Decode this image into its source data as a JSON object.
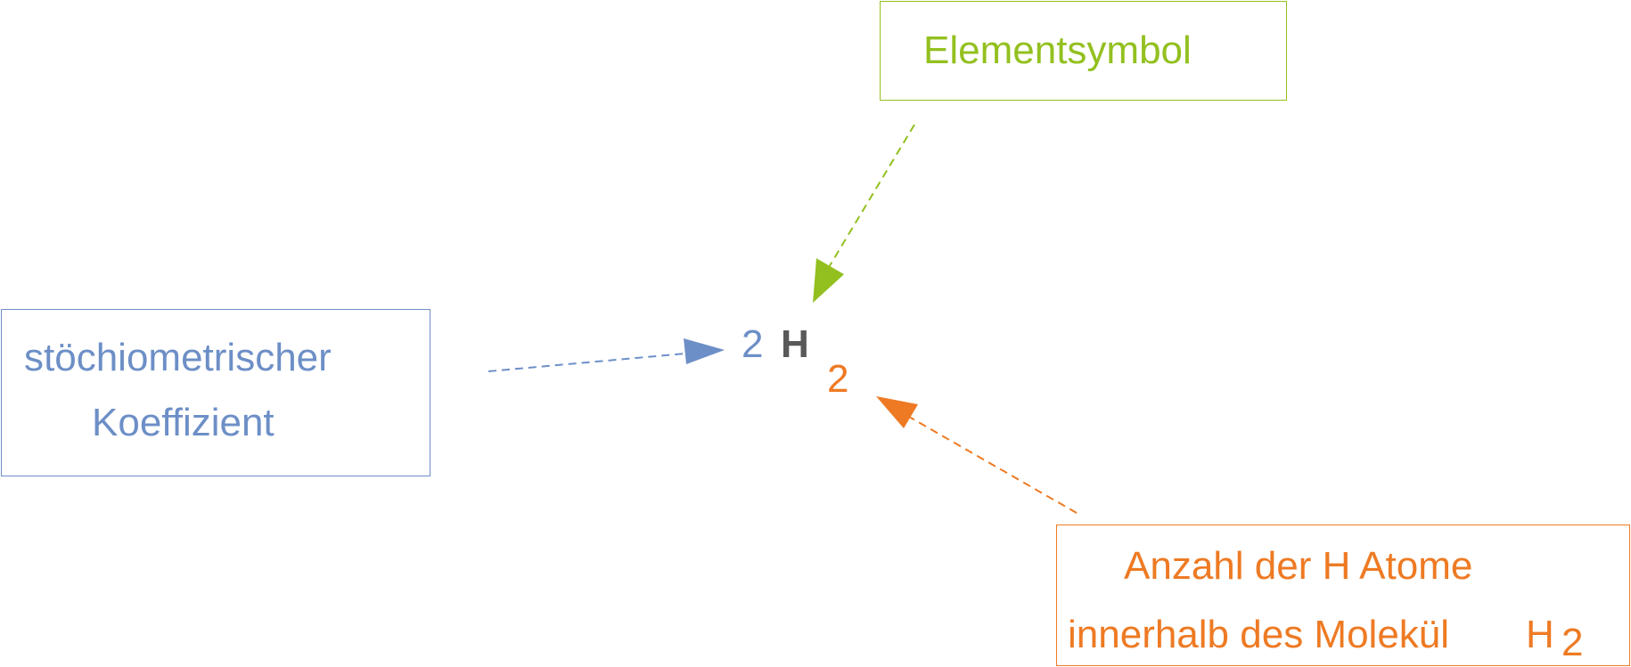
{
  "formula": {
    "coefficient": "2",
    "symbol": "H",
    "subscript": "2"
  },
  "labels": {
    "element_symbol": "Elementsymbol",
    "coefficient_line1": "stöchiometrischer",
    "coefficient_line2": "Koeffizient",
    "atoms_line1": "Anzahl der H Atome",
    "atoms_line2": "innerhalb des Molekül",
    "atoms_formula_symbol": "H",
    "atoms_formula_subscript": "2"
  },
  "colors": {
    "element_symbol": "#93c01f",
    "coefficient": "#6d8fc7",
    "subscript": "#ee7a23",
    "symbol": "#595959"
  }
}
